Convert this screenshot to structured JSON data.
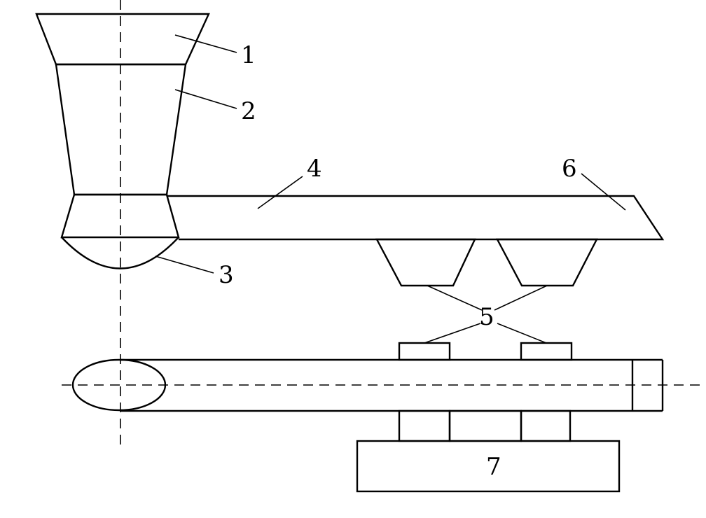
{
  "diagram": {
    "labels": {
      "part_1": "1",
      "part_2": "2",
      "part_3": "3",
      "part_4": "4",
      "part_5": "5",
      "part_6": "6",
      "part_7": "7"
    },
    "colors": {
      "line": "#000000",
      "background": "#ffffff"
    }
  }
}
